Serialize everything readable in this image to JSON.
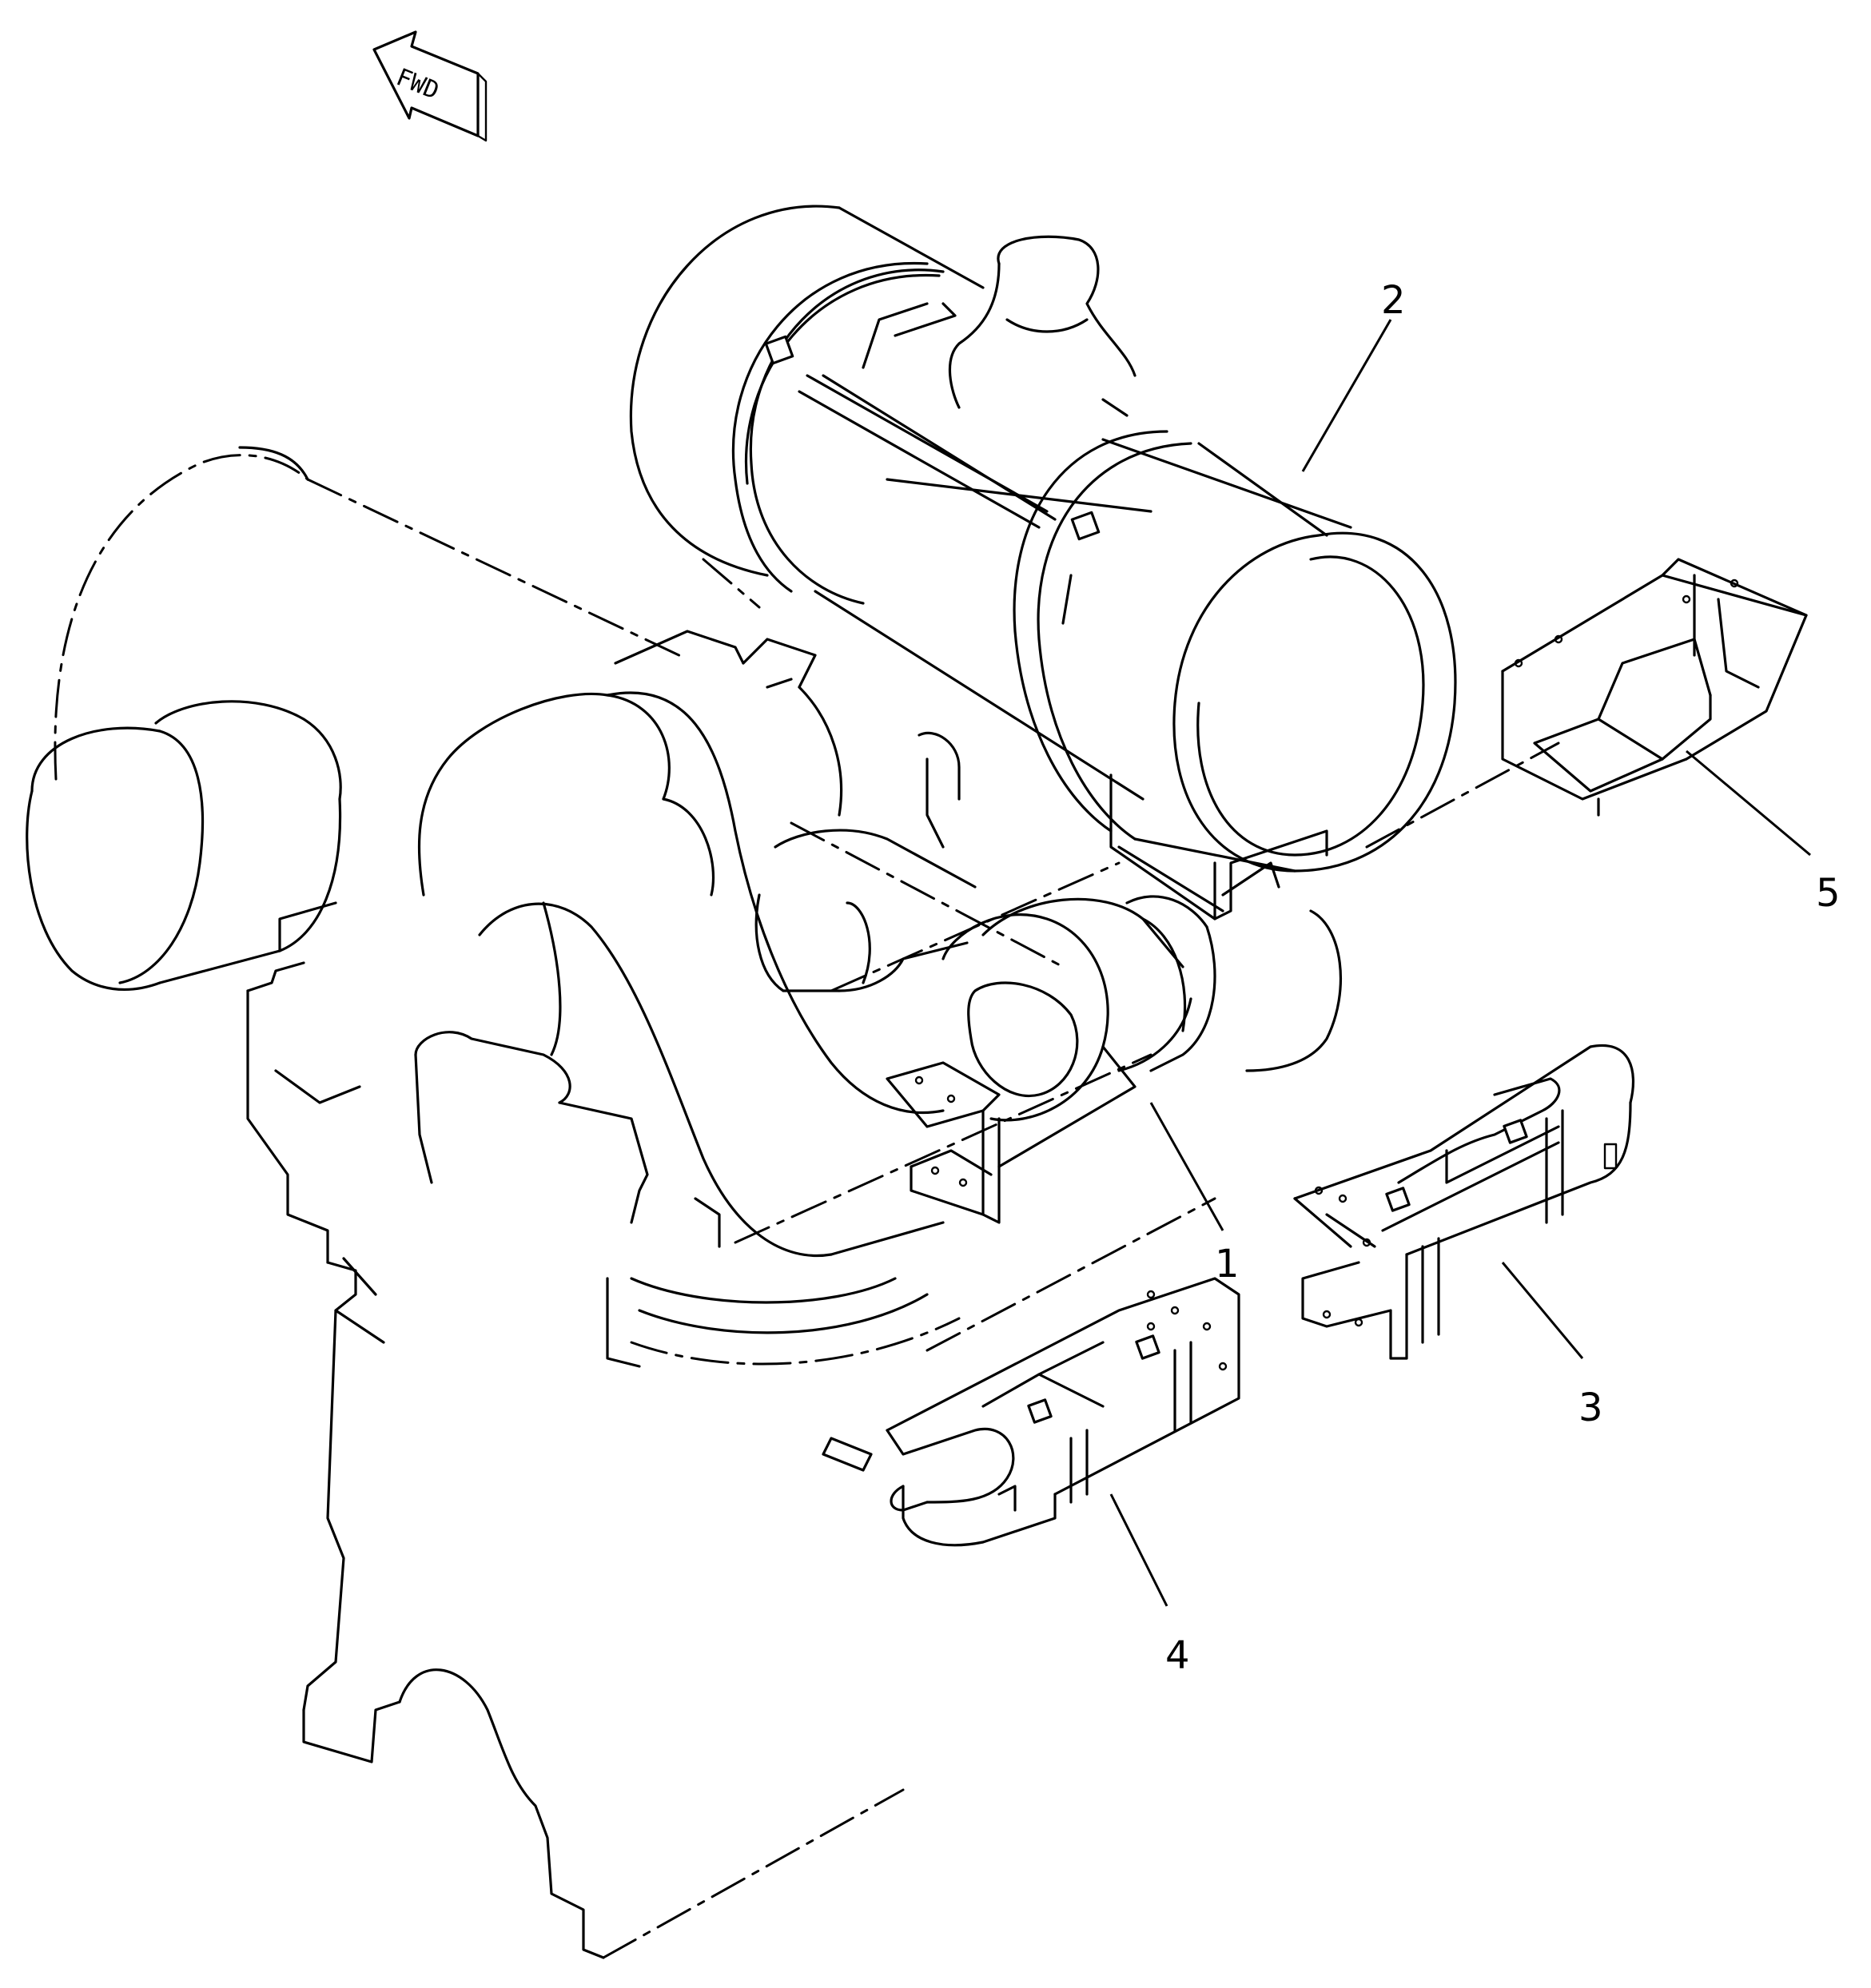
{
  "direction_arrow": {
    "label": "FWD",
    "icon": "fwd-arrow-icon"
  },
  "callouts": [
    {
      "number": "1",
      "part": "engine-intake-elbow"
    },
    {
      "number": "2",
      "part": "air-cleaner"
    },
    {
      "number": "3",
      "part": "cover-right"
    },
    {
      "number": "4",
      "part": "cover-left"
    },
    {
      "number": "5",
      "part": "cover-rear"
    }
  ],
  "colors": {
    "line": "#000000",
    "background": "#ffffff"
  }
}
